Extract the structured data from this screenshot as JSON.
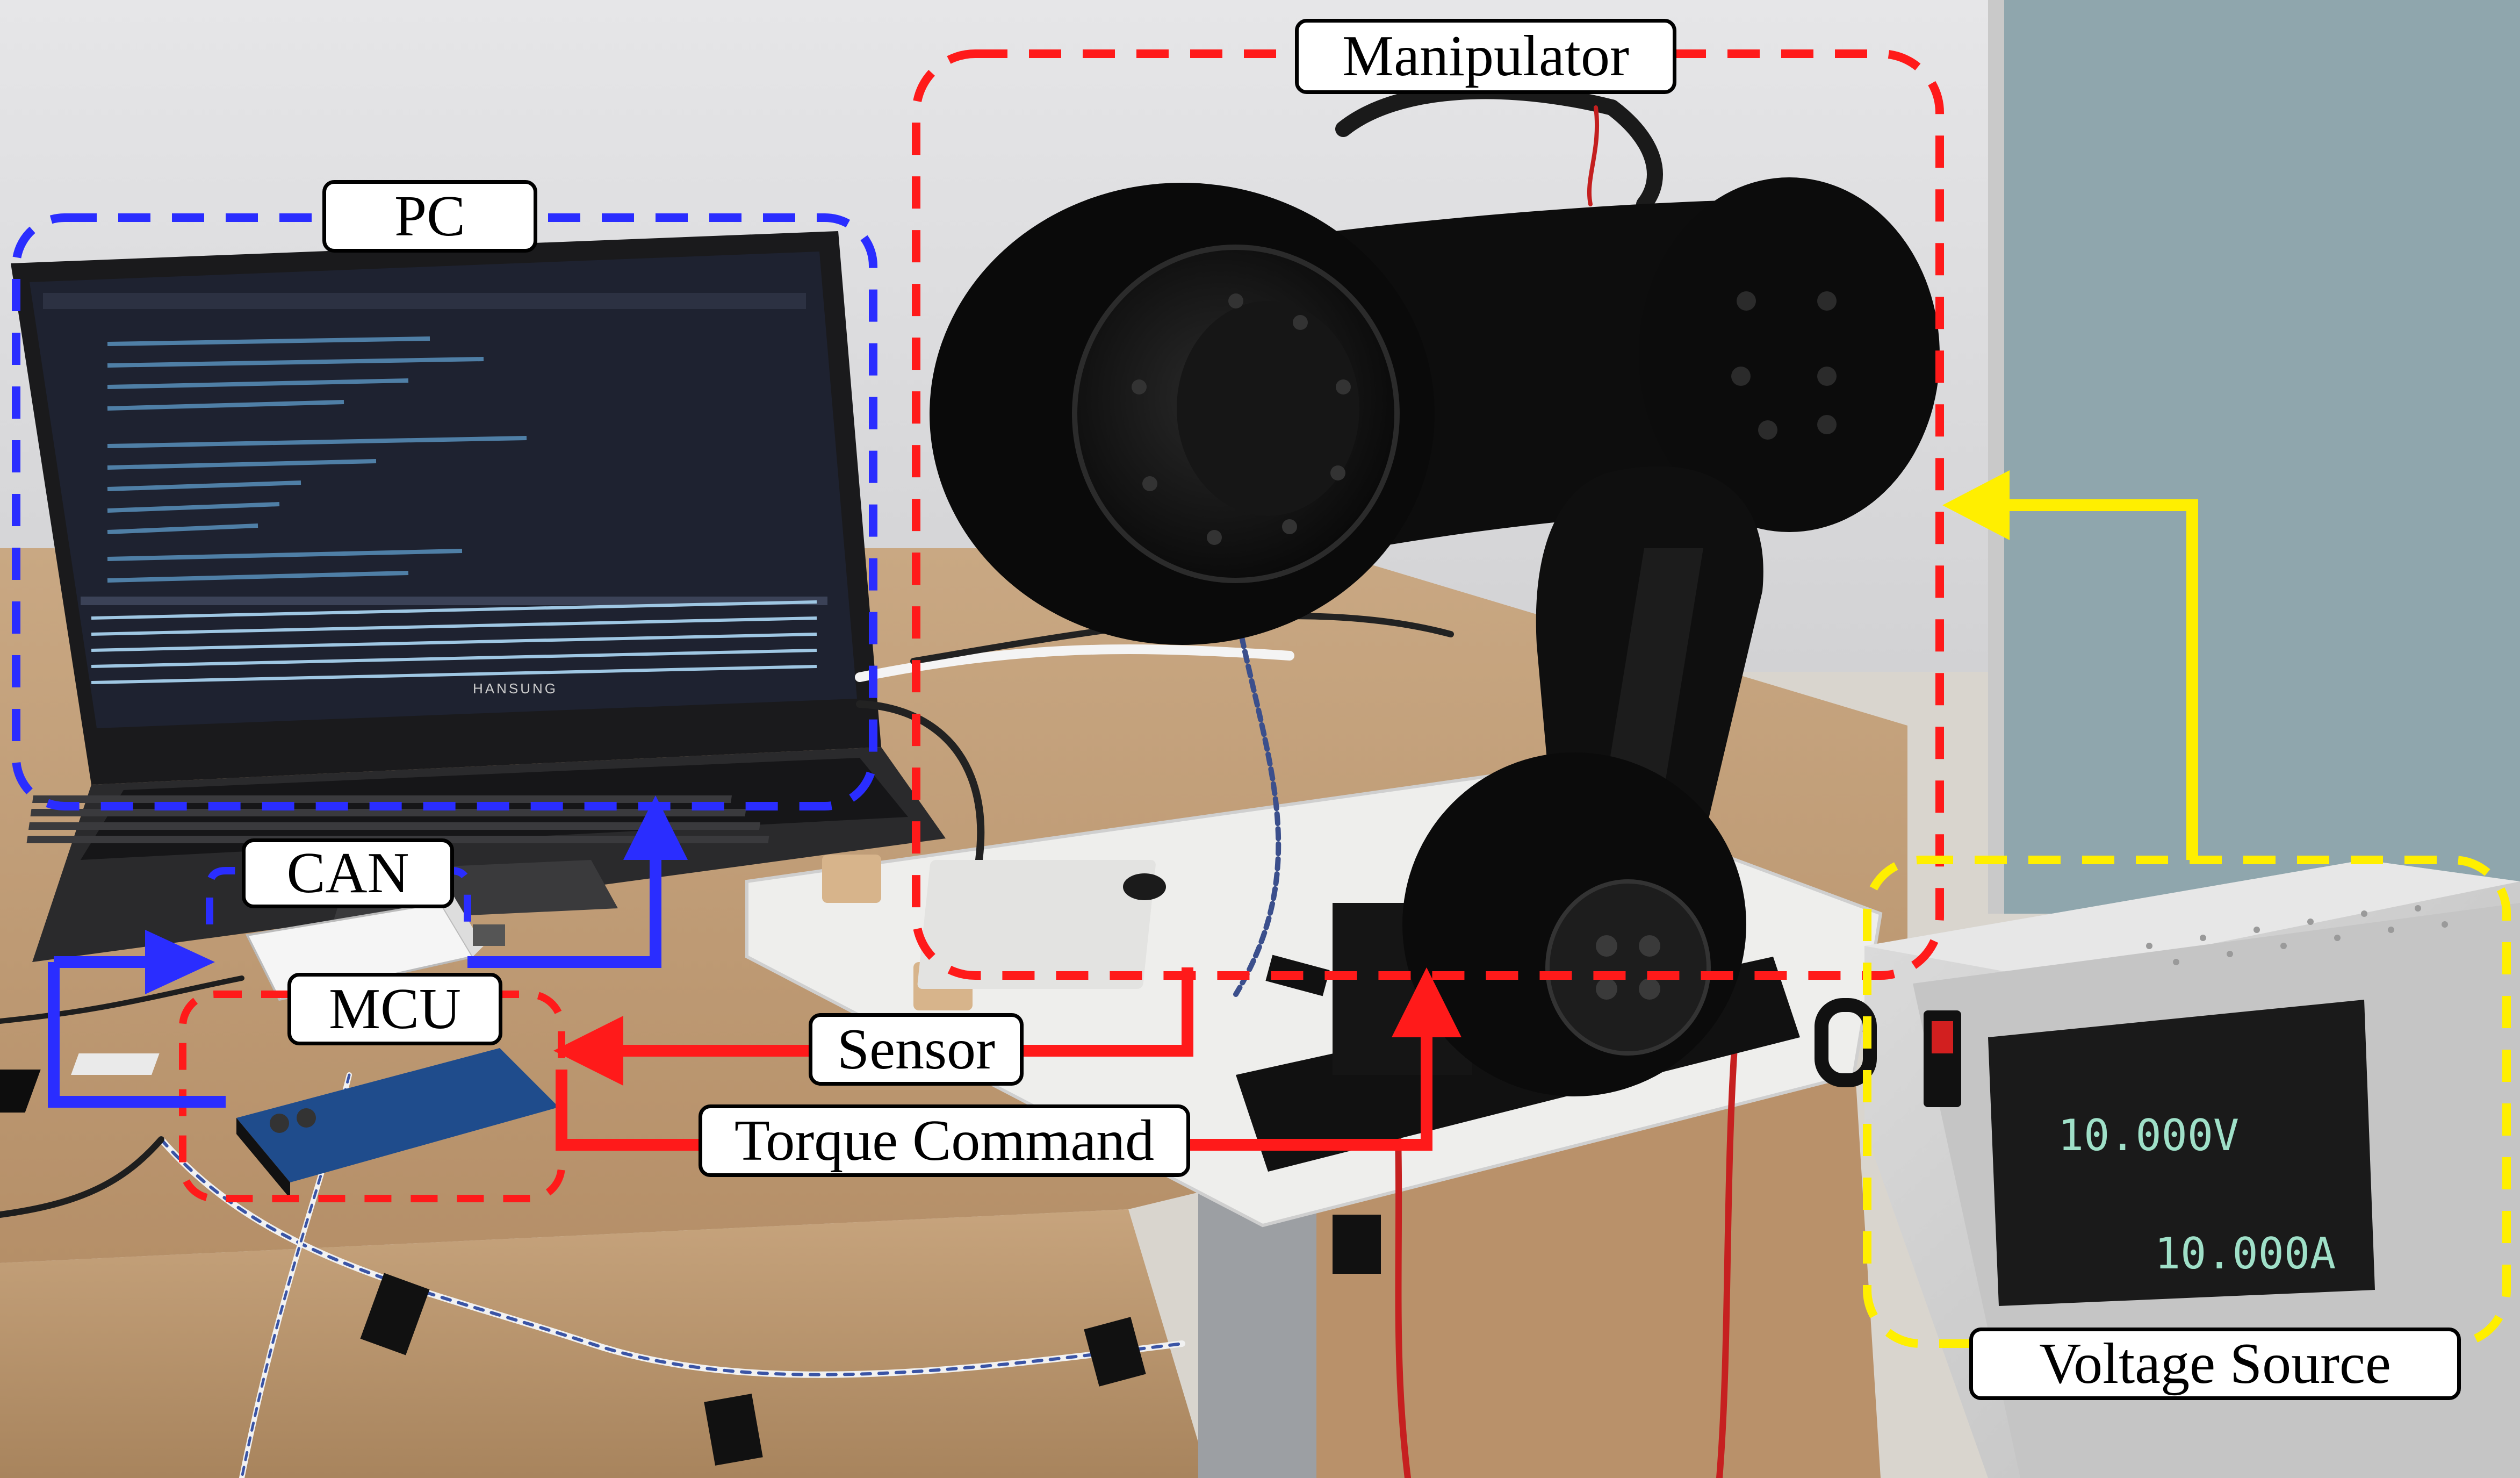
{
  "labels": {
    "manipulator": "Manipulator",
    "pc": "PC",
    "can": "CAN",
    "mcu": "MCU",
    "sensor": "Sensor",
    "torque_command": "Torque Command",
    "voltage_source": "Voltage Source"
  },
  "laptop": {
    "brand": "HANSUNG"
  },
  "power_supply": {
    "voltage_display": "10.000V",
    "current_display": "10.000A"
  },
  "colors": {
    "pc_box": "#2a2dff",
    "manipulator_box": "#ff1a1a",
    "mcu_box": "#ff1a1a",
    "voltage_box": "#ffef00",
    "sensor_arrow": "#ff1a1a",
    "torque_arrow": "#ff1a1a",
    "power_arrow": "#ffef00",
    "can_arrow": "#2a2dff"
  }
}
